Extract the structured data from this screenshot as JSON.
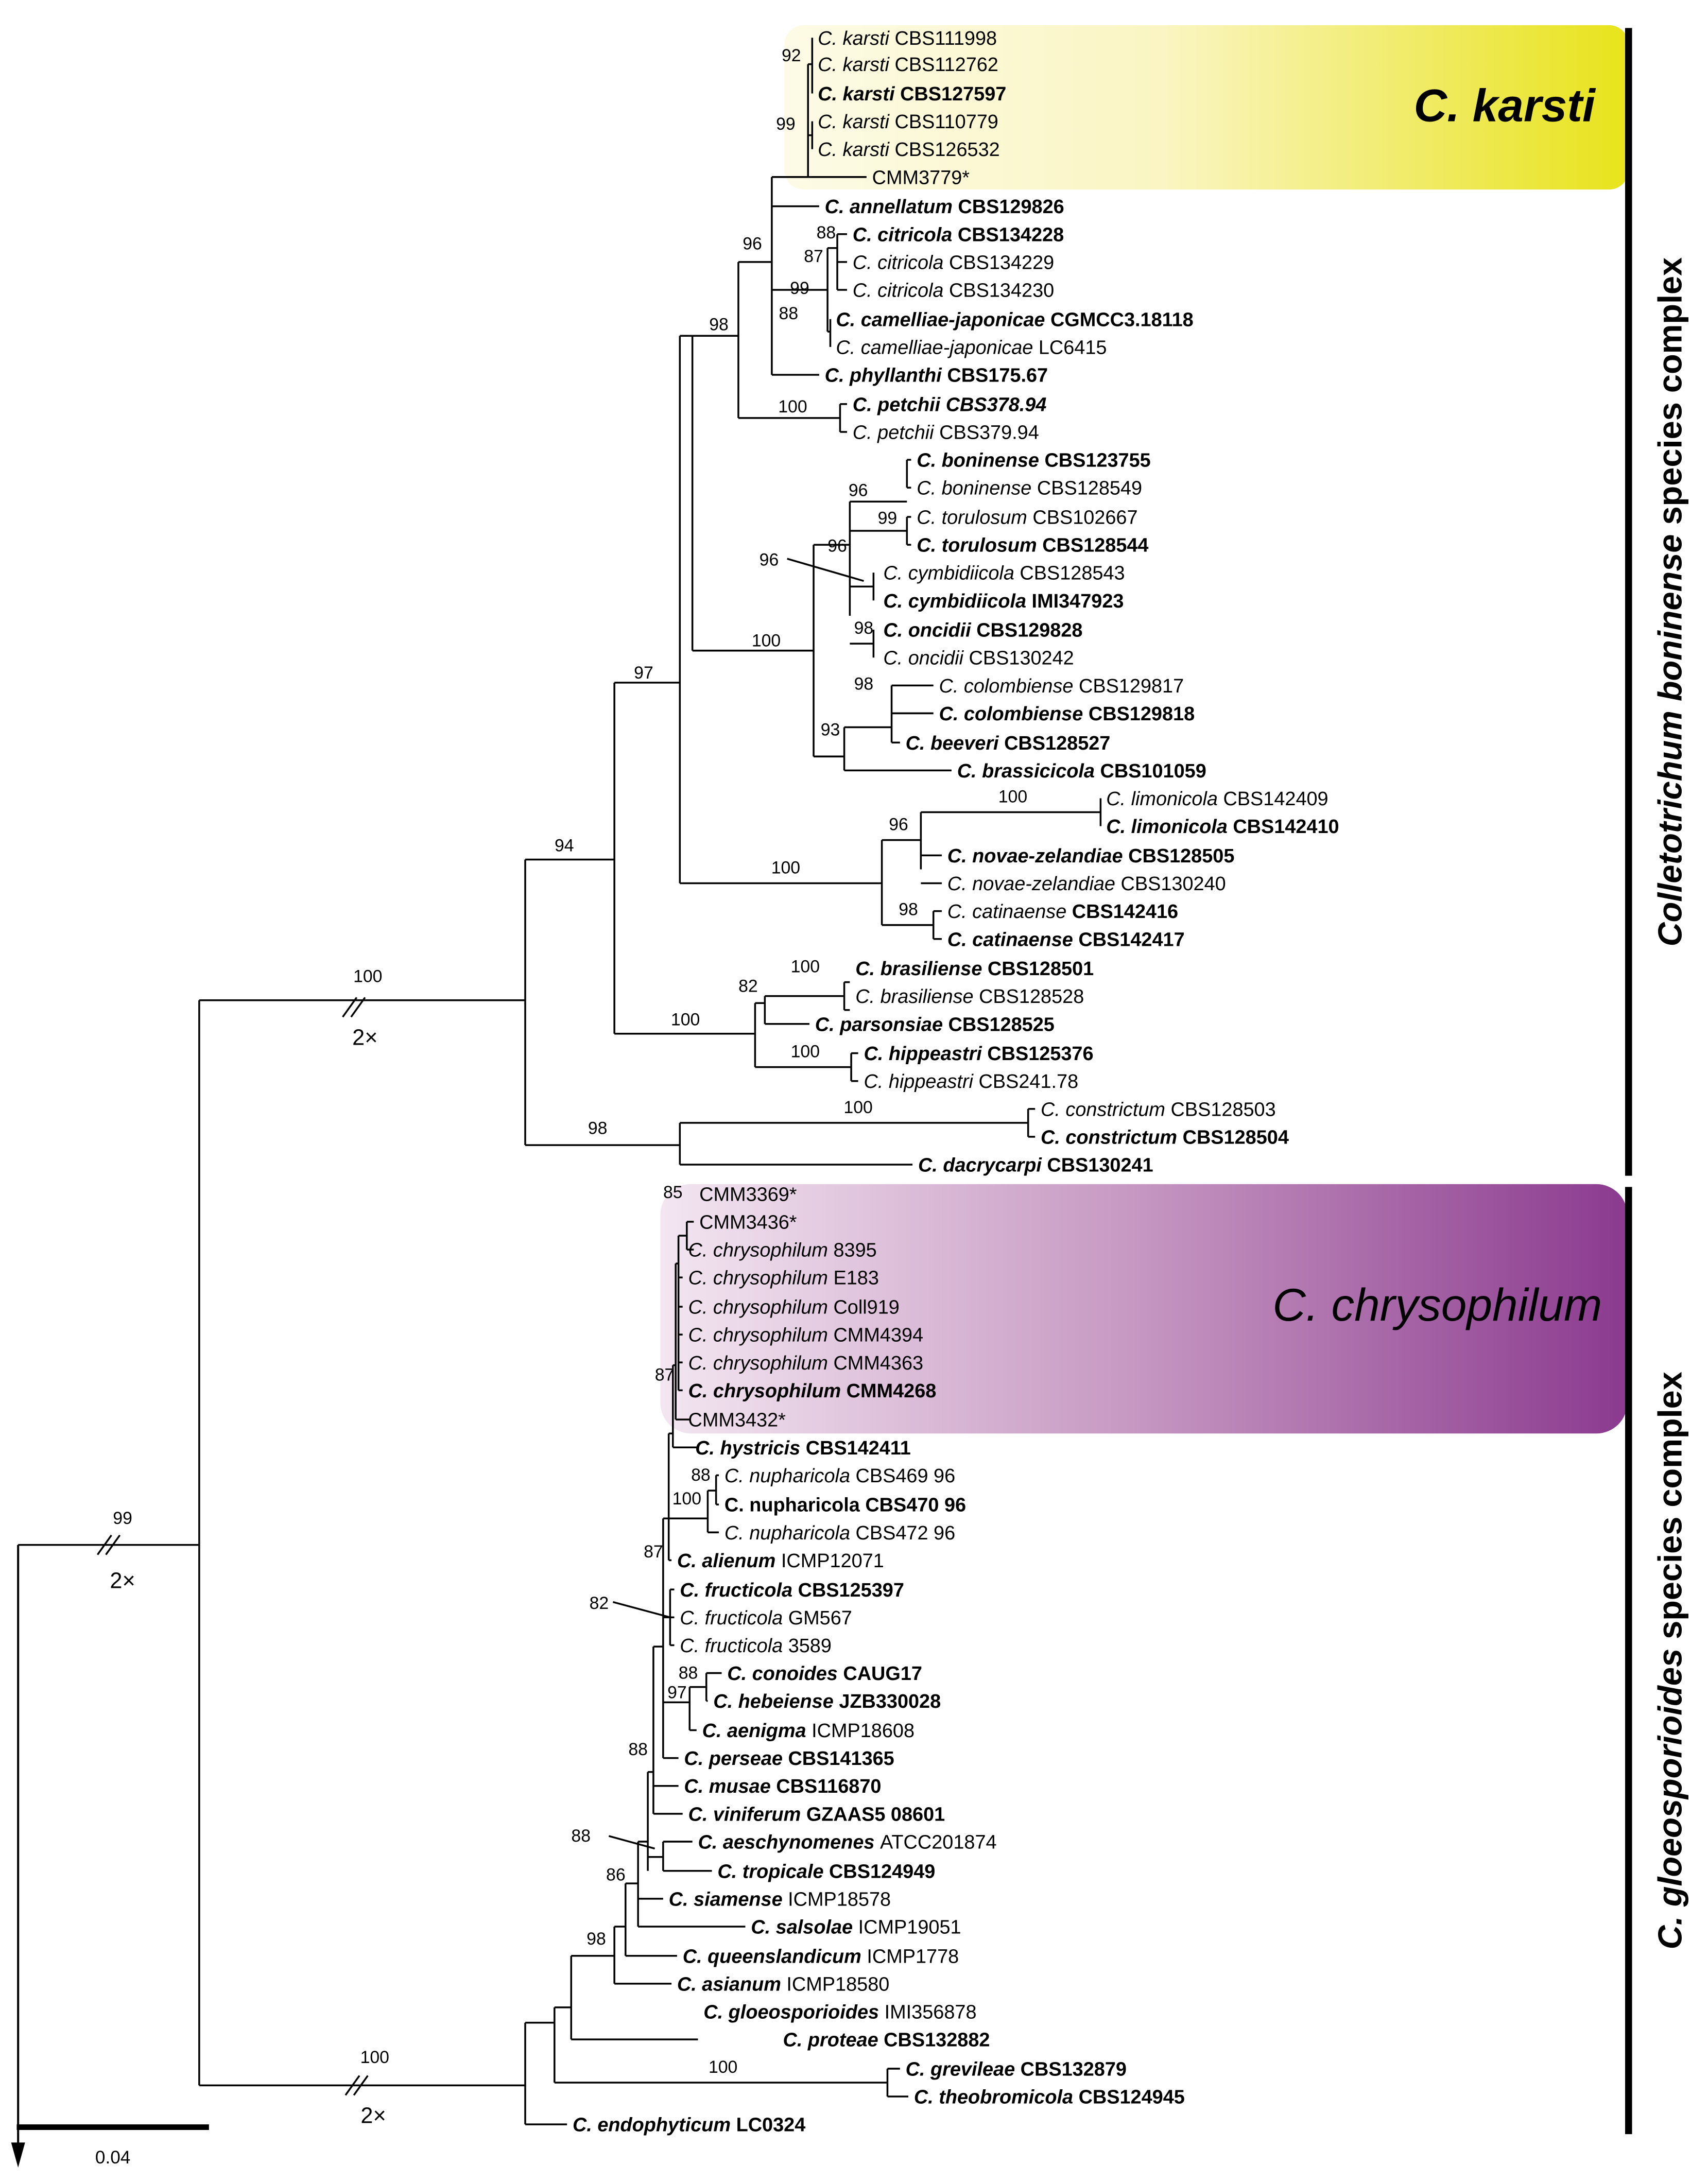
{
  "colors": {
    "karsti_highlight": "#e8e31a",
    "karsti_highlight_light": "#fdfbe6",
    "chrysophilum_highlight": "#8b3a8f",
    "chrysophilum_highlight_light": "#f3e6f1",
    "branch": "#000000"
  },
  "highlights": {
    "karsti": "C. karsti",
    "chrysophilum": "C. chrysophilum"
  },
  "complexes": {
    "boninense": [
      "Colletotrichum",
      " boninense",
      " species complex"
    ],
    "gloeosporioides": [
      "C.",
      " gloeosporioides",
      " species complex"
    ]
  },
  "scale_bar": "0.04",
  "break_mark": "2×",
  "taxa": [
    {
      "epithet": "karsti",
      "strain": "CBS111998",
      "bold": false
    },
    {
      "epithet": "karsti",
      "strain": "CBS112762",
      "bold": false
    },
    {
      "epithet": "karsti",
      "strain": "CBS127597",
      "bold": true
    },
    {
      "epithet": "karsti",
      "strain": "CBS110779",
      "bold": false
    },
    {
      "epithet": "karsti",
      "strain": "CBS126532",
      "bold": false
    },
    {
      "epithet": "",
      "strain": "CMM3779*",
      "bold": false
    },
    {
      "epithet": "annellatum",
      "strain": "CBS129826",
      "bold": true
    },
    {
      "epithet": "citricola",
      "strain": "CBS134228",
      "bold": true
    },
    {
      "epithet": "citricola",
      "strain": "CBS134229",
      "bold": false
    },
    {
      "epithet": "citricola",
      "strain": "CBS134230",
      "bold": false
    },
    {
      "epithet": "camelliae-japonicae",
      "strain": "CGMCC3.18118",
      "bold": true
    },
    {
      "epithet": "camelliae-japonicae",
      "strain": "LC6415",
      "bold": false
    },
    {
      "epithet": "phyllanthi",
      "strain": "CBS175.67",
      "bold": true
    },
    {
      "epithet": "petchii",
      "strain": "CBS378.94",
      "bold": true,
      "strain_italic": true
    },
    {
      "epithet": "petchii",
      "strain": "CBS379.94",
      "bold": false
    },
    {
      "epithet": "boninense",
      "strain": "CBS123755",
      "bold": true
    },
    {
      "epithet": "boninense",
      "strain": "CBS128549",
      "bold": false
    },
    {
      "epithet": "torulosum",
      "strain": "CBS102667",
      "bold": false
    },
    {
      "epithet": "torulosum",
      "strain": "CBS128544",
      "bold": true
    },
    {
      "epithet": "cymbidiicola",
      "strain": "CBS128543",
      "bold": false
    },
    {
      "epithet": "cymbidiicola",
      "strain": "IMI347923",
      "bold": true
    },
    {
      "epithet": "oncidii",
      "strain": "CBS129828",
      "bold": true
    },
    {
      "epithet": "oncidii",
      "strain": "CBS130242",
      "bold": false
    },
    {
      "epithet": "colombiense",
      "strain": "CBS129817",
      "bold": false
    },
    {
      "epithet": "colombiense",
      "strain": "CBS129818",
      "bold": true
    },
    {
      "epithet": "beeveri",
      "strain": "CBS128527",
      "bold": true
    },
    {
      "epithet": "brassicicola",
      "strain": "CBS101059",
      "bold": true
    },
    {
      "epithet": "limonicola",
      "strain": "CBS142409",
      "bold": false
    },
    {
      "epithet": "limonicola",
      "strain": "CBS142410",
      "bold": true
    },
    {
      "epithet": "novae-zelandiae",
      "strain": "CBS128505",
      "bold": true
    },
    {
      "epithet": "novae-zelandiae",
      "strain": "CBS130240",
      "bold": false
    },
    {
      "epithet": "catinaense",
      "strain": "CBS142416",
      "bold": false,
      "strain_bold": true
    },
    {
      "epithet": "catinaense",
      "strain": "CBS142417",
      "bold": true
    },
    {
      "epithet": "brasiliense",
      "strain": "CBS128501",
      "bold": true
    },
    {
      "epithet": "brasiliense",
      "strain": "CBS128528",
      "bold": false
    },
    {
      "epithet": "parsonsiae",
      "strain": "CBS128525",
      "bold": true
    },
    {
      "epithet": "hippeastri",
      "strain": "CBS125376",
      "bold": true
    },
    {
      "epithet": "hippeastri",
      "strain": "CBS241.78",
      "bold": false
    },
    {
      "epithet": "constrictum",
      "strain": "CBS128503",
      "bold": false
    },
    {
      "epithet": "constrictum",
      "strain": "CBS128504",
      "bold": true
    },
    {
      "epithet": "dacrycarpi",
      "strain": "CBS130241",
      "bold": true
    },
    {
      "epithet": "",
      "strain": "CMM3369*",
      "bold": false
    },
    {
      "epithet": "",
      "strain": "CMM3436*",
      "bold": false
    },
    {
      "epithet": "chrysophilum",
      "strain": "8395",
      "bold": false
    },
    {
      "epithet": "chrysophilum",
      "strain": "E183",
      "bold": false
    },
    {
      "epithet": "chrysophilum",
      "strain": "Coll919",
      "bold": false
    },
    {
      "epithet": "chrysophilum",
      "strain": "CMM4394",
      "bold": false
    },
    {
      "epithet": "chrysophilum",
      "strain": "CMM4363",
      "bold": false
    },
    {
      "epithet": "chrysophilum",
      "strain": "CMM4268",
      "bold": true
    },
    {
      "epithet": "",
      "strain": "CMM3432*",
      "bold": false
    },
    {
      "epithet": "hystricis",
      "strain": "CBS142411",
      "bold": true
    },
    {
      "epithet": "nupharicola",
      "strain": "CBS469 96",
      "bold": false
    },
    {
      "epithet": "nupharicola",
      "strain": "CBS470 96",
      "bold": true,
      "epithet_upright": true
    },
    {
      "epithet": "nupharicola",
      "strain": "CBS472 96",
      "bold": false
    },
    {
      "epithet": "alienum",
      "strain": "ICMP12071",
      "bold": true,
      "strain_bold": false
    },
    {
      "epithet": "fructicola",
      "strain": "CBS125397",
      "bold": true
    },
    {
      "epithet": "fructicola",
      "strain": "GM567",
      "bold": false
    },
    {
      "epithet": "fructicola",
      "strain": "3589",
      "bold": false
    },
    {
      "epithet": "conoides",
      "strain": "CAUG17",
      "bold": true
    },
    {
      "epithet": "hebeiense",
      "strain": "JZB330028",
      "bold": true
    },
    {
      "epithet": "aenigma",
      "strain": "ICMP18608",
      "bold": true,
      "strain_bold": false
    },
    {
      "epithet": "perseae",
      "strain": "CBS141365",
      "bold": true
    },
    {
      "epithet": "musae",
      "strain": "CBS116870",
      "bold": true
    },
    {
      "epithet": "viniferum",
      "strain": "GZAAS5 08601",
      "bold": true
    },
    {
      "epithet": "aeschynomenes",
      "strain": "ATCC201874",
      "bold": true,
      "strain_bold": false
    },
    {
      "epithet": "tropicale",
      "strain": "CBS124949",
      "bold": true
    },
    {
      "epithet": "siamense",
      "strain": "ICMP18578",
      "bold": true,
      "strain_bold": false
    },
    {
      "epithet": "salsolae",
      "strain": "ICMP19051",
      "bold": true,
      "strain_bold": false
    },
    {
      "epithet": "queenslandicum",
      "strain": "ICMP1778",
      "bold": true,
      "strain_bold": false
    },
    {
      "epithet": "asianum",
      "strain": "ICMP18580",
      "bold": true,
      "strain_bold": false
    },
    {
      "epithet": "gloeosporioides",
      "strain": "IMI356878",
      "bold": true,
      "strain_bold": false
    },
    {
      "epithet": "proteae",
      "strain": "CBS132882",
      "bold": true
    },
    {
      "epithet": "grevileae",
      "strain": "CBS132879",
      "bold": true
    },
    {
      "epithet": "theobromicola",
      "strain": "CBS124945",
      "bold": true
    },
    {
      "epithet": "endophyticum",
      "strain": "LC0324",
      "bold": true
    }
  ],
  "supports": [
    {
      "label": "92"
    },
    {
      "label": "99"
    },
    {
      "label": "96"
    },
    {
      "label": "88"
    },
    {
      "label": "87"
    },
    {
      "label": "99"
    },
    {
      "label": "88"
    },
    {
      "label": "98"
    },
    {
      "label": "100"
    },
    {
      "label": "97"
    },
    {
      "label": "96"
    },
    {
      "label": "99"
    },
    {
      "label": "96"
    },
    {
      "label": "96"
    },
    {
      "label": "98"
    },
    {
      "label": "100"
    },
    {
      "label": "98"
    },
    {
      "label": "93"
    },
    {
      "label": "97"
    },
    {
      "label": "100"
    },
    {
      "label": "96"
    },
    {
      "label": "100"
    },
    {
      "label": "98"
    },
    {
      "label": "94"
    },
    {
      "label": "100"
    },
    {
      "label": "82"
    },
    {
      "label": "100"
    },
    {
      "label": "100"
    },
    {
      "label": "100"
    },
    {
      "label": "98"
    },
    {
      "label": "100"
    },
    {
      "label": "85"
    },
    {
      "label": "87"
    },
    {
      "label": "88"
    },
    {
      "label": "100"
    },
    {
      "label": "87"
    },
    {
      "label": "82"
    },
    {
      "label": "88"
    },
    {
      "label": "97"
    },
    {
      "label": "88"
    },
    {
      "label": "88"
    },
    {
      "label": "86"
    },
    {
      "label": "98"
    },
    {
      "label": "100"
    },
    {
      "label": "100"
    },
    {
      "label": "99"
    }
  ]
}
